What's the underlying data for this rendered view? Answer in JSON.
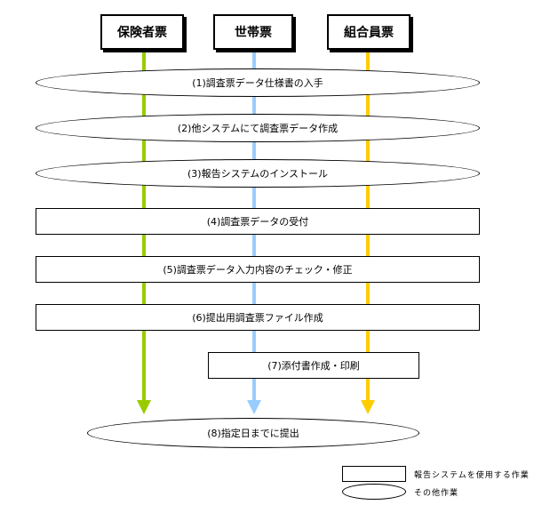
{
  "headers": [
    {
      "label": "保険者票",
      "color": "#99cc00"
    },
    {
      "label": "世帯票",
      "color": "#99ccff"
    },
    {
      "label": "組合員票",
      "color": "#ffcc00"
    }
  ],
  "steps": [
    {
      "label": "(1)調査票データ仕様書の入手",
      "shape": "ellipse"
    },
    {
      "label": "(2)他システムにて調査票データ作成",
      "shape": "ellipse"
    },
    {
      "label": "(3)報告システムのインストール",
      "shape": "ellipse"
    },
    {
      "label": "(4)調査票データの受付",
      "shape": "rect"
    },
    {
      "label": "(5)調査票データ入力内容のチェック・修正",
      "shape": "rect"
    },
    {
      "label": "(6)提出用調査票ファイル作成",
      "shape": "rect"
    },
    {
      "label": "(7)添付書作成・印刷",
      "shape": "rect"
    },
    {
      "label": "(8)指定日までに提出",
      "shape": "ellipse"
    }
  ],
  "legend": {
    "rect_label": "報告システムを使用する作業",
    "ellipse_label": "その他作業"
  }
}
